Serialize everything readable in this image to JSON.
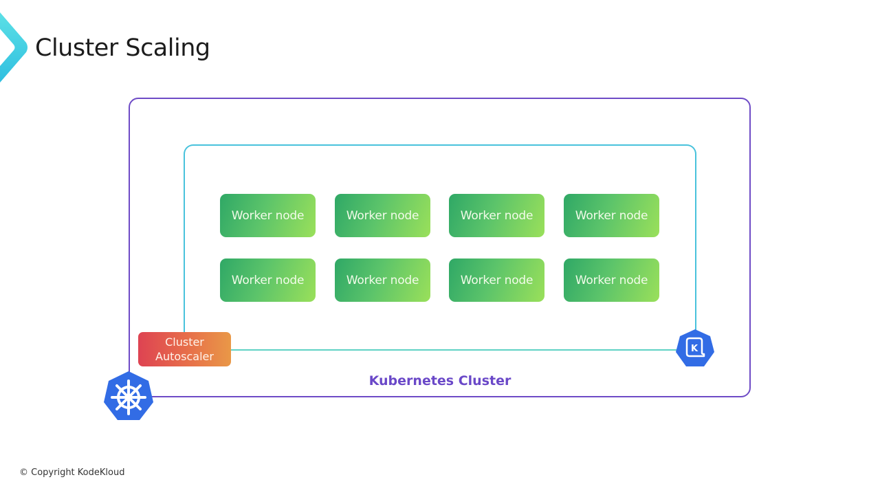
{
  "header": {
    "title": "Cluster Scaling",
    "logo_icon": "chevron-logo",
    "logo_color": "#3ecbe0"
  },
  "diagram": {
    "outer_cluster": {
      "label": "Kubernetes Cluster",
      "border_color": "#6e4bc6",
      "icon": "kubernetes-helm-icon"
    },
    "node_group": {
      "border_color": "#48c2dc",
      "icon": "kops-icon",
      "icon_letter": "K"
    },
    "worker_nodes": [
      {
        "label": "Worker node"
      },
      {
        "label": "Worker node"
      },
      {
        "label": "Worker node"
      },
      {
        "label": "Worker node"
      },
      {
        "label": "Worker node"
      },
      {
        "label": "Worker node"
      },
      {
        "label": "Worker node"
      },
      {
        "label": "Worker node"
      }
    ],
    "autoscaler": {
      "line1": "Cluster",
      "line2": "Autoscaler"
    },
    "colors": {
      "node_gradient_start": "#2fa866",
      "node_gradient_end": "#9ae05a",
      "autoscaler_gradient_start": "#de4352",
      "autoscaler_gradient_end": "#e99847",
      "icon_blue": "#326ce5"
    }
  },
  "footer": {
    "copyright": "© Copyright KodeKloud"
  }
}
